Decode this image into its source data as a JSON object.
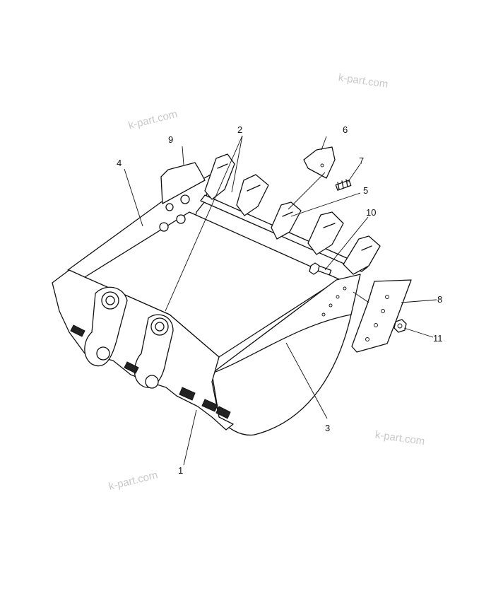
{
  "callouts": [
    "1",
    "2",
    "3",
    "4",
    "5",
    "6",
    "7",
    "8",
    "9",
    "10",
    "11"
  ],
  "watermarks": [
    "k-part.com",
    "k-part.com",
    "k-part.com",
    "k-part.com"
  ]
}
